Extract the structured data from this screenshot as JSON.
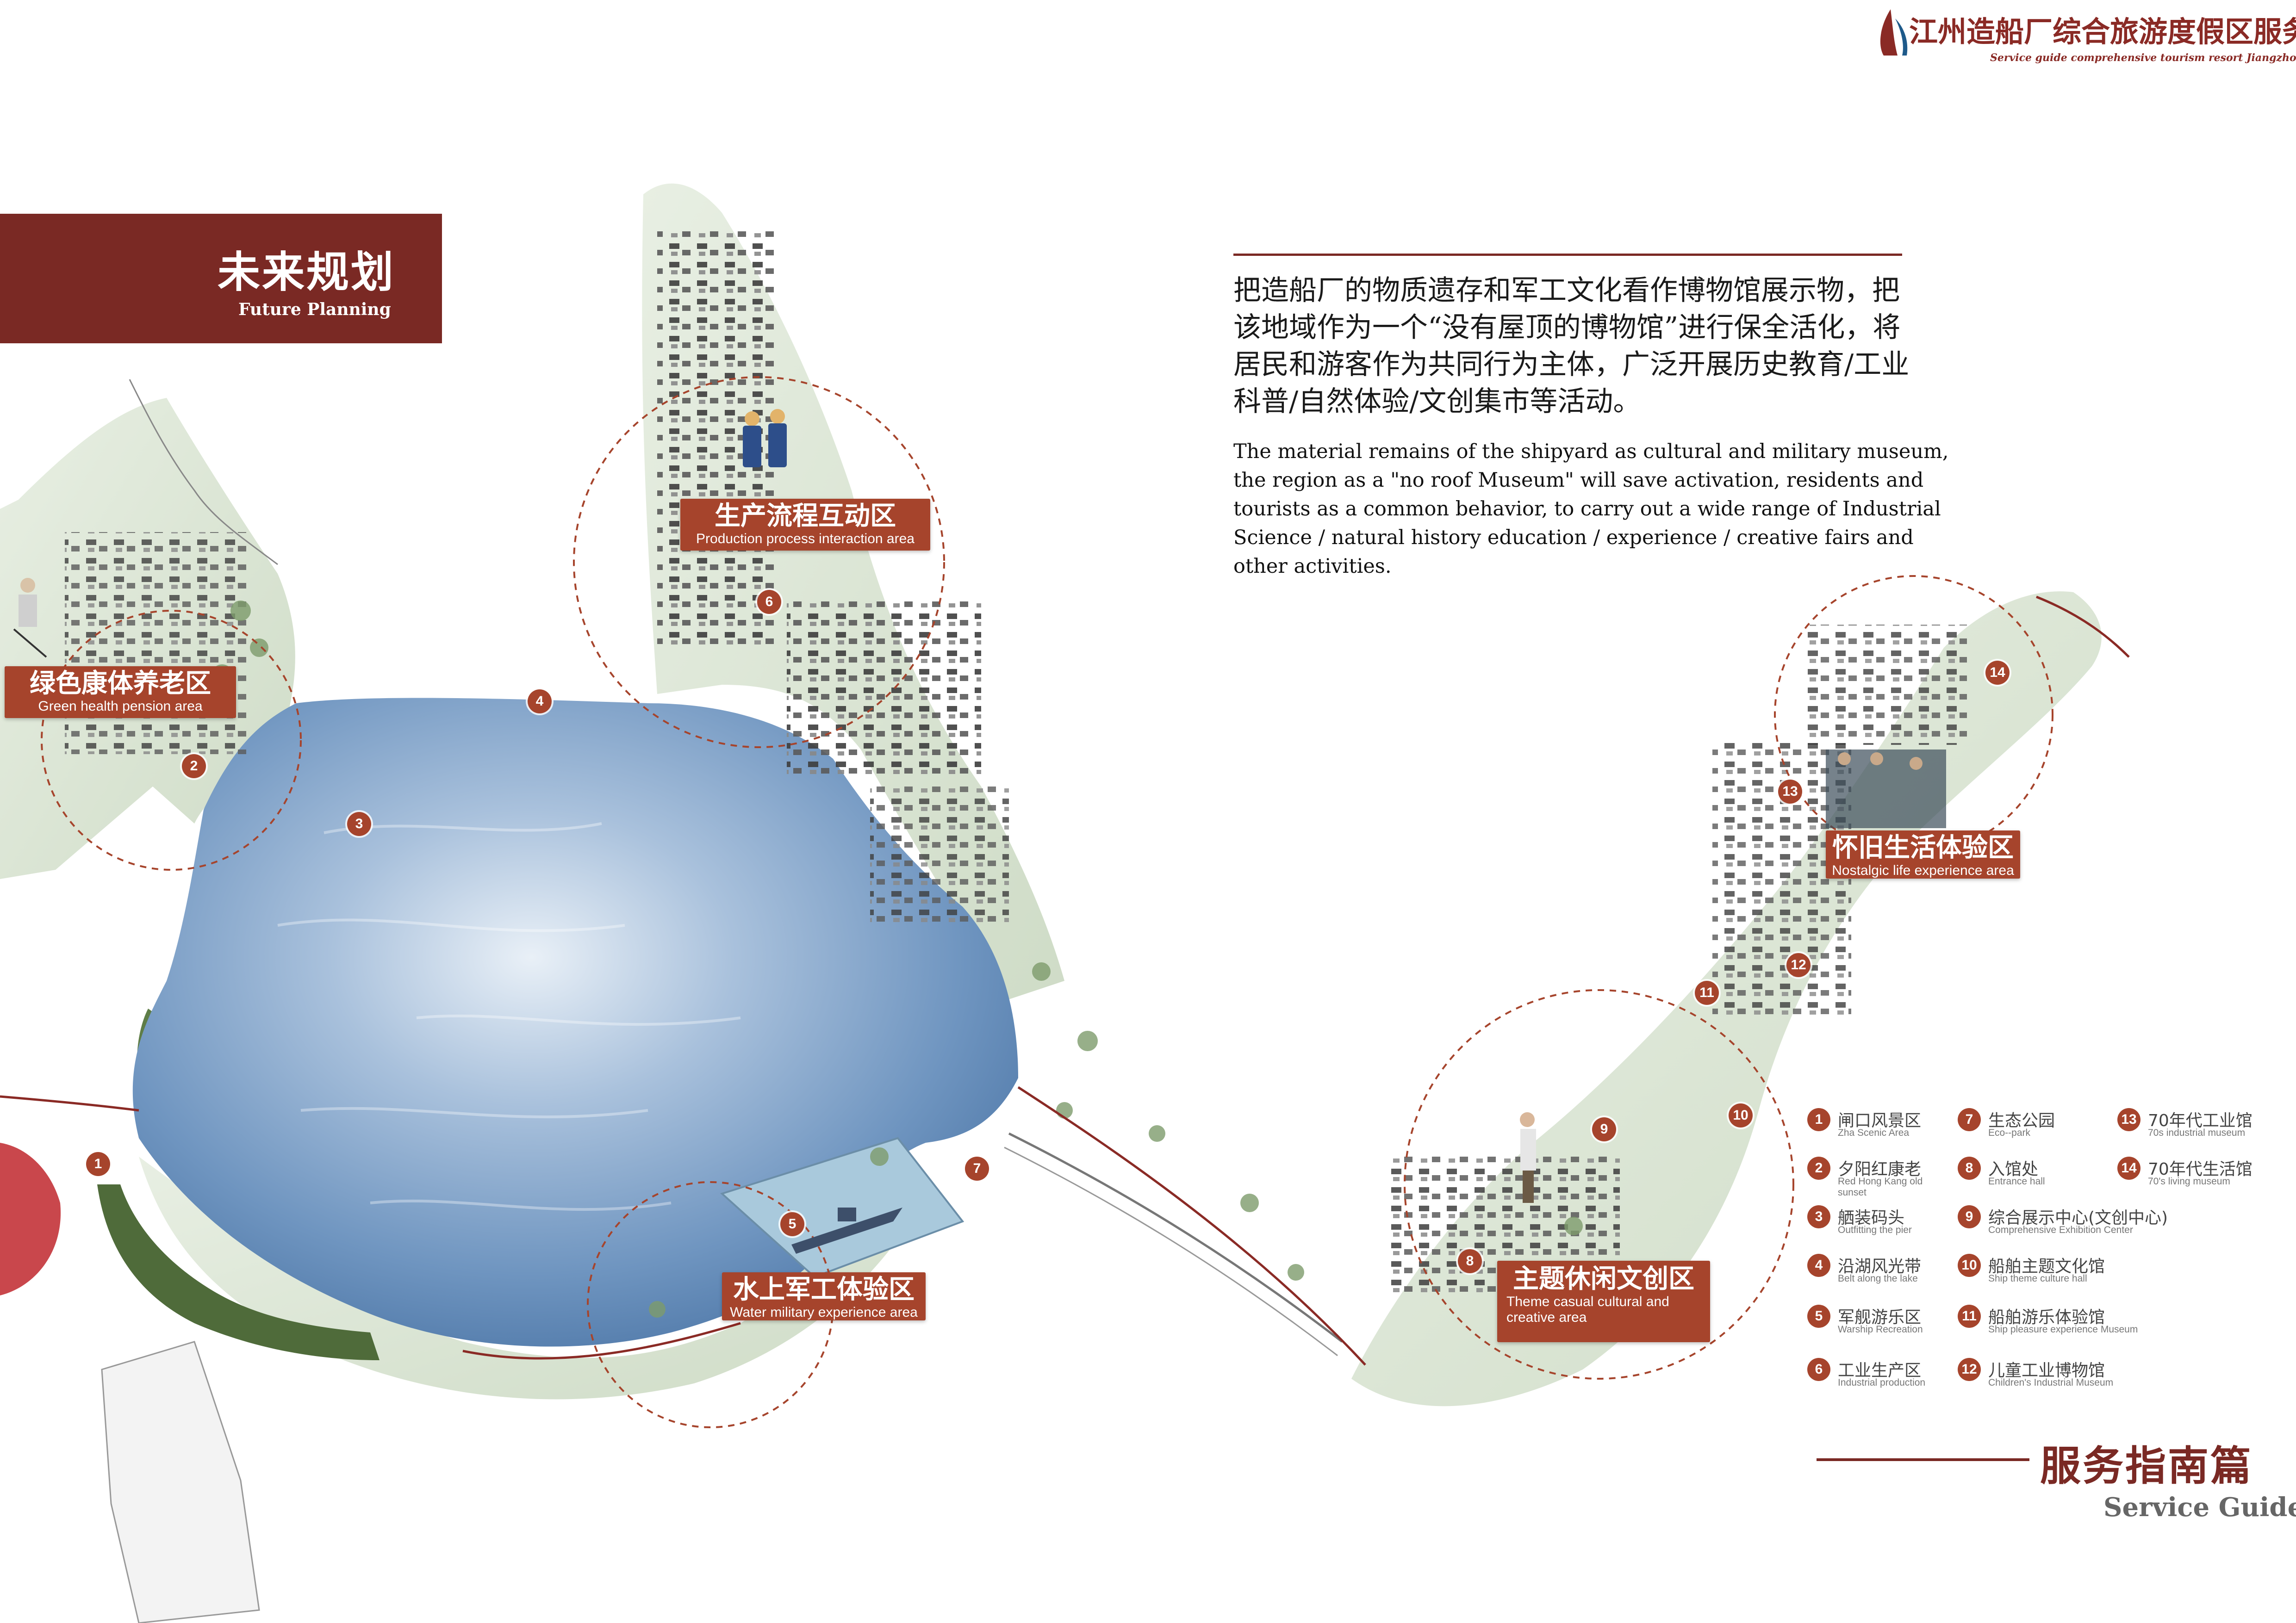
{
  "header": {
    "title": "江州造船厂综合旅游度假区服务指南",
    "subtitle": "Service guide comprehensive tourism resort Jiangzhou shipyard."
  },
  "banner": {
    "title": "未来规划",
    "subtitle": "Future Planning"
  },
  "description": {
    "cn": "把造船厂的物质遗存和军工文化看作博物馆展示物，把该地域作为一个“没有屋顶的博物馆”进行保全活化，将居民和游客作为共同行为主体，广泛开展历史教育/工业科普/自然体验/文创集市等活动。",
    "en": "The material remains of the shipyard as cultural and military museum, the region as a \"no roof Museum\" will save activation, residents and tourists as a common behavior, to carry out a wide range of Industrial Science / natural history education / experience / creative fairs and other activities."
  },
  "zones": {
    "green_health": {
      "cn": "绿色康体养老区",
      "en": "Green health pension area"
    },
    "production": {
      "cn": "生产流程互动区",
      "en": "Production process interaction area"
    },
    "nostalgic": {
      "cn": "怀旧生活体验区",
      "en": "Nostalgic life experience area"
    },
    "water_military": {
      "cn": "水上军工体验区",
      "en": "Water military experience area"
    },
    "theme_casual": {
      "cn": "主题休闲文创区",
      "en": "Theme casual cultural and creative area"
    }
  },
  "map_markers": {
    "m1": "1",
    "m2": "2",
    "m3": "3",
    "m4": "4",
    "m5": "5",
    "m6": "6",
    "m7": "7",
    "m8": "8",
    "m9": "9",
    "m10": "10",
    "m11": "11",
    "m12": "12",
    "m13": "13",
    "m14": "14"
  },
  "legend": {
    "items": [
      {
        "num": "1",
        "cn": "闸口风景区",
        "en": "Zha Scenic Area"
      },
      {
        "num": "2",
        "cn": "夕阳红康老",
        "en": "Red Hong Kang old sunset"
      },
      {
        "num": "3",
        "cn": "舾装码头",
        "en": "Outfitting the pier"
      },
      {
        "num": "4",
        "cn": "沿湖风光带",
        "en": "Belt along the lake"
      },
      {
        "num": "5",
        "cn": "军舰游乐区",
        "en": "Warship Recreation"
      },
      {
        "num": "6",
        "cn": "工业生产区",
        "en": "Industrial production"
      },
      {
        "num": "7",
        "cn": "生态公园",
        "en": "Eco--park"
      },
      {
        "num": "8",
        "cn": "入馆处",
        "en": "Entrance hall"
      },
      {
        "num": "9",
        "cn": "综合展示中心(文创中心)",
        "en": "Comprehensive Exhibition Center"
      },
      {
        "num": "10",
        "cn": "船舶主题文化馆",
        "en": "Ship theme culture hall"
      },
      {
        "num": "11",
        "cn": "船舶游乐体验馆",
        "en": "Ship pleasure experience Museum"
      },
      {
        "num": "12",
        "cn": "儿童工业博物馆",
        "en": "Children's Industrial Museum"
      },
      {
        "num": "13",
        "cn": "70年代工业馆",
        "en": "70s industrial museum"
      },
      {
        "num": "14",
        "cn": "70年代生活馆",
        "en": "70's living museum"
      }
    ]
  },
  "footer": {
    "title": "服务指南篇",
    "subtitle": "Service Guide"
  },
  "colors": {
    "accent": "#7a2924",
    "badge": "#a6442c",
    "water": "#6f95c0",
    "land": "#dde7d6"
  }
}
